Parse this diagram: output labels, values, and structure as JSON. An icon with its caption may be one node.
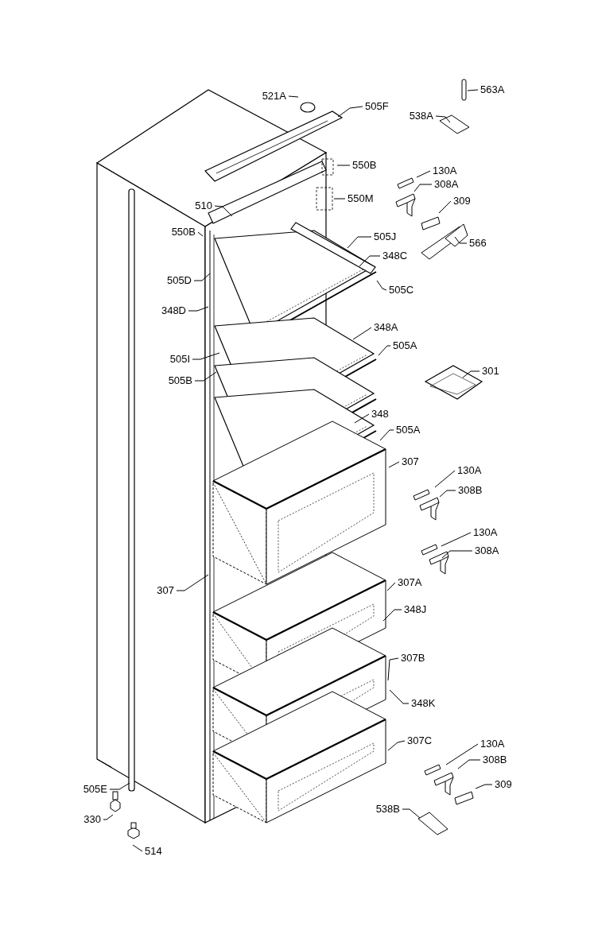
{
  "diagram": {
    "nodes": [
      {
        "text": [
          "521A"
        ]
      },
      {
        "text": [
          "505F"
        ]
      },
      {
        "text": [
          "563A"
        ]
      },
      {
        "text": [
          "538A"
        ]
      },
      {
        "text": [
          "550B"
        ]
      },
      {
        "text": [
          "130A"
        ]
      },
      {
        "text": [
          "308A"
        ]
      },
      {
        "text": [
          "550M"
        ]
      },
      {
        "text": [
          "309"
        ]
      },
      {
        "text": [
          "510"
        ]
      },
      {
        "text": [
          "550B"
        ]
      },
      {
        "text": [
          "505J"
        ]
      },
      {
        "text": [
          "566"
        ]
      },
      {
        "text": [
          "348C"
        ]
      },
      {
        "text": [
          "505D"
        ]
      },
      {
        "text": [
          "505C"
        ]
      },
      {
        "text": [
          "348D"
        ]
      },
      {
        "text": [
          "348A"
        ]
      },
      {
        "text": [
          "505A"
        ]
      },
      {
        "text": [
          "505I"
        ]
      },
      {
        "text": [
          "505B"
        ]
      },
      {
        "text": [
          "301"
        ]
      },
      {
        "text": [
          "348"
        ]
      },
      {
        "text": [
          "505A"
        ]
      },
      {
        "text": [
          "307"
        ]
      },
      {
        "text": [
          "130A"
        ]
      },
      {
        "text": [
          "308B"
        ]
      },
      {
        "text": [
          "130A"
        ]
      },
      {
        "text": [
          "308A"
        ]
      },
      {
        "text": [
          "307A"
        ]
      },
      {
        "text": [
          "307"
        ]
      },
      {
        "text": [
          "348J"
        ]
      },
      {
        "text": [
          "307B"
        ]
      },
      {
        "text": [
          "348K"
        ]
      },
      {
        "text": [
          "307C"
        ]
      },
      {
        "text": [
          "130A"
        ]
      },
      {
        "text": [
          "308B"
        ]
      },
      {
        "text": [
          "309"
        ]
      },
      {
        "text": [
          "505E"
        ]
      },
      {
        "text": [
          "538B"
        ]
      },
      {
        "text": [
          "330"
        ]
      },
      {
        "text": [
          "514"
        ]
      }
    ],
    "edges": [
      {
        "from": 0,
        "to": null,
        "arrow": "none"
      },
      {
        "from": 1,
        "to": null,
        "arrow": "none"
      },
      {
        "from": 2,
        "to": null,
        "arrow": "none"
      },
      {
        "from": 3,
        "to": null,
        "arrow": "none"
      },
      {
        "from": 4,
        "to": null,
        "arrow": "none"
      },
      {
        "from": 5,
        "to": null,
        "arrow": "none"
      },
      {
        "from": 6,
        "to": null,
        "arrow": "none"
      },
      {
        "from": 7,
        "to": null,
        "arrow": "none"
      },
      {
        "from": 8,
        "to": null,
        "arrow": "none"
      },
      {
        "from": 9,
        "to": null,
        "arrow": "none"
      },
      {
        "from": 10,
        "to": null,
        "arrow": "none"
      },
      {
        "from": 11,
        "to": null,
        "arrow": "none"
      },
      {
        "from": 12,
        "to": null,
        "arrow": "none"
      },
      {
        "from": 13,
        "to": null,
        "arrow": "none"
      },
      {
        "from": 14,
        "to": null,
        "arrow": "none"
      },
      {
        "from": 15,
        "to": null,
        "arrow": "none"
      },
      {
        "from": 16,
        "to": null,
        "arrow": "none"
      },
      {
        "from": 17,
        "to": null,
        "arrow": "none"
      },
      {
        "from": 18,
        "to": null,
        "arrow": "none"
      },
      {
        "from": 19,
        "to": null,
        "arrow": "none"
      },
      {
        "from": 20,
        "to": null,
        "arrow": "none"
      },
      {
        "from": 21,
        "to": null,
        "arrow": "none"
      },
      {
        "from": 22,
        "to": null,
        "arrow": "none"
      },
      {
        "from": 23,
        "to": null,
        "arrow": "none"
      },
      {
        "from": 24,
        "to": null,
        "arrow": "none"
      },
      {
        "from": 25,
        "to": null,
        "arrow": "none"
      },
      {
        "from": 26,
        "to": null,
        "arrow": "none"
      },
      {
        "from": 27,
        "to": null,
        "arrow": "none"
      },
      {
        "from": 28,
        "to": null,
        "arrow": "none"
      },
      {
        "from": 29,
        "to": null,
        "arrow": "none"
      },
      {
        "from": 30,
        "to": null,
        "arrow": "none"
      },
      {
        "from": 31,
        "to": null,
        "arrow": "none"
      },
      {
        "from": 32,
        "to": null,
        "arrow": "none"
      },
      {
        "from": 33,
        "to": null,
        "arrow": "none"
      },
      {
        "from": 34,
        "to": null,
        "arrow": "none"
      },
      {
        "from": 35,
        "to": null,
        "arrow": "none"
      },
      {
        "from": 36,
        "to": null,
        "arrow": "none"
      },
      {
        "from": 37,
        "to": null,
        "arrow": "none"
      },
      {
        "from": 38,
        "to": null,
        "arrow": "none"
      },
      {
        "from": 39,
        "to": null,
        "arrow": "none"
      },
      {
        "from": 40,
        "to": null,
        "arrow": "none"
      },
      {
        "from": 41,
        "to": null,
        "arrow": "none"
      }
    ]
  }
}
